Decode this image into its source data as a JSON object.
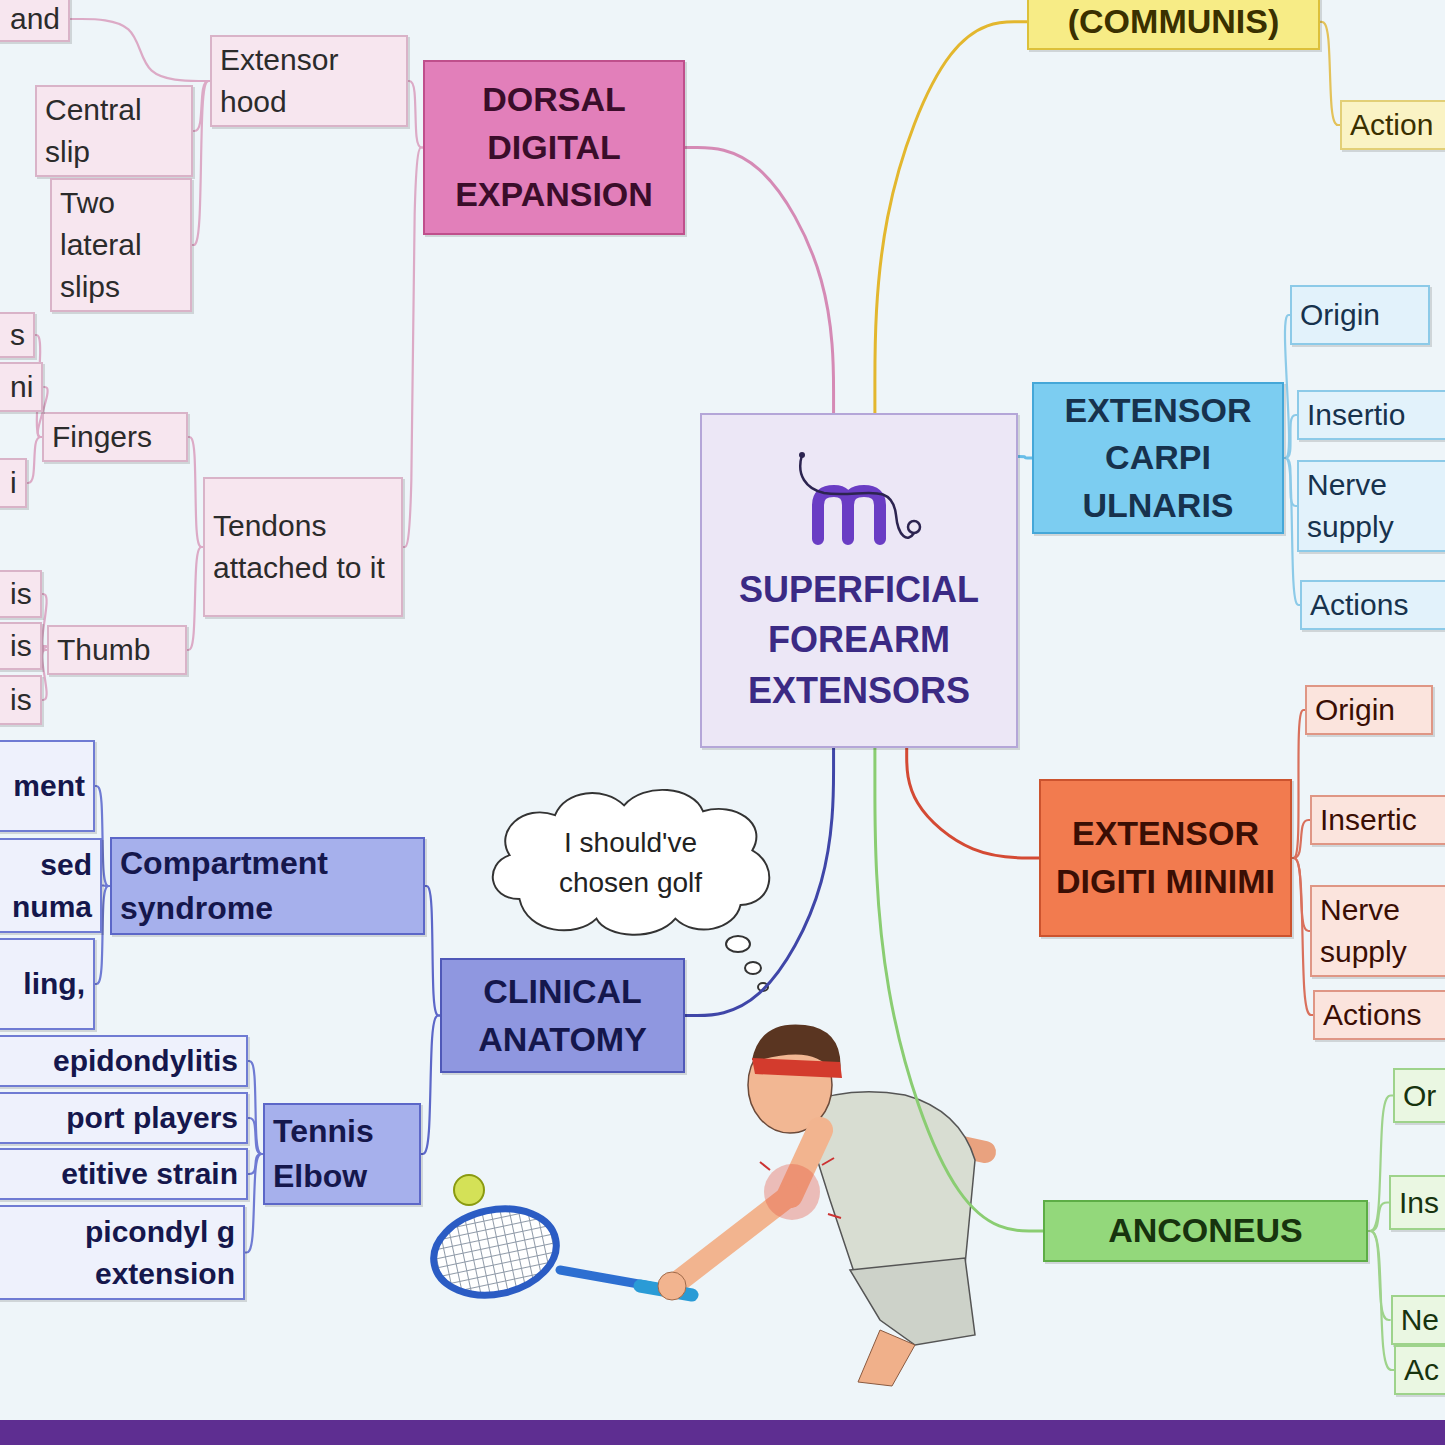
{
  "diagram": {
    "nodes": [
      {
        "text": [
          "SUPERFICIAL FOREARM EXTENSORS"
        ]
      },
      {
        "text": [
          "DORSAL DIGITAL EXPANSION"
        ]
      },
      {
        "text": [
          "Extensor hood"
        ]
      },
      {
        "text": [
          "and"
        ]
      },
      {
        "text": [
          "Central slip"
        ]
      },
      {
        "text": [
          "Two lateral slips"
        ]
      },
      {
        "text": [
          "Tendons attached to it"
        ]
      },
      {
        "text": [
          "Fingers"
        ]
      },
      {
        "text": [
          "s"
        ]
      },
      {
        "text": [
          "ni"
        ]
      },
      {
        "text": [
          "i"
        ]
      },
      {
        "text": [
          "Thumb"
        ]
      },
      {
        "text": [
          "is"
        ]
      },
      {
        "text": [
          "is"
        ]
      },
      {
        "text": [
          "is"
        ]
      },
      {
        "text": [
          "CLINICAL ANATOMY"
        ]
      },
      {
        "text": [
          "Compartment syndrome"
        ]
      },
      {
        "text": [
          "ment"
        ]
      },
      {
        "text": [
          "sed numa"
        ]
      },
      {
        "text": [
          "ling,"
        ]
      },
      {
        "text": [
          "Tennis Elbow"
        ]
      },
      {
        "text": [
          "epidondylitis"
        ]
      },
      {
        "text": [
          "port players"
        ]
      },
      {
        "text": [
          "etitive strain"
        ]
      },
      {
        "text": [
          "picondyl g extension"
        ]
      },
      {
        "text": [
          "I should've chosen golf"
        ]
      },
      {
        "text": [
          "(COMMUNIS)"
        ]
      },
      {
        "text": [
          "Action"
        ]
      },
      {
        "text": [
          "EXTENSOR CARPI ULNARIS"
        ]
      },
      {
        "text": [
          "Origin"
        ]
      },
      {
        "text": [
          "Insertio"
        ]
      },
      {
        "text": [
          "Nerve supply"
        ]
      },
      {
        "text": [
          "Actions"
        ]
      },
      {
        "text": [
          "EXTENSOR DIGITI MINIMI"
        ]
      },
      {
        "text": [
          "Origin"
        ]
      },
      {
        "text": [
          "Insertic"
        ]
      },
      {
        "text": [
          "Nerve supply"
        ]
      },
      {
        "text": [
          "Actions"
        ]
      },
      {
        "text": [
          "ANCONEUS"
        ]
      },
      {
        "text": [
          "Or"
        ]
      },
      {
        "text": [
          "Ins"
        ]
      },
      {
        "text": [
          "Ne"
        ]
      },
      {
        "text": [
          "Ac"
        ]
      }
    ],
    "edges": [
      {
        "from": 0,
        "to": 1,
        "arrow": "none"
      },
      {
        "from": 0,
        "to": 26,
        "arrow": "none"
      },
      {
        "from": 0,
        "to": 28,
        "arrow": "none"
      },
      {
        "from": 0,
        "to": 33,
        "arrow": "none"
      },
      {
        "from": 0,
        "to": 38,
        "arrow": "none"
      },
      {
        "from": 0,
        "to": 15,
        "arrow": "none"
      },
      {
        "from": 1,
        "to": 2,
        "arrow": "none"
      },
      {
        "from": 1,
        "to": 6,
        "arrow": "none"
      },
      {
        "from": 2,
        "to": 3,
        "arrow": "none"
      },
      {
        "from": 2,
        "to": 4,
        "arrow": "none"
      },
      {
        "from": 2,
        "to": 5,
        "arrow": "none"
      },
      {
        "from": 6,
        "to": 7,
        "arrow": "none"
      },
      {
        "from": 6,
        "to": 11,
        "arrow": "none"
      },
      {
        "from": 7,
        "to": 8,
        "arrow": "none"
      },
      {
        "from": 7,
        "to": 9,
        "arrow": "none"
      },
      {
        "from": 7,
        "to": 10,
        "arrow": "none"
      },
      {
        "from": 11,
        "to": 12,
        "arrow": "none"
      },
      {
        "from": 11,
        "to": 13,
        "arrow": "none"
      },
      {
        "from": 11,
        "to": 14,
        "arrow": "none"
      },
      {
        "from": 15,
        "to": 16,
        "arrow": "none"
      },
      {
        "from": 15,
        "to": 20,
        "arrow": "none"
      },
      {
        "from": 16,
        "to": 17,
        "arrow": "none"
      },
      {
        "from": 16,
        "to": 18,
        "arrow": "none"
      },
      {
        "from": 16,
        "to": 19,
        "arrow": "none"
      },
      {
        "from": 20,
        "to": 21,
        "arrow": "none"
      },
      {
        "from": 20,
        "to": 22,
        "arrow": "none"
      },
      {
        "from": 20,
        "to": 23,
        "arrow": "none"
      },
      {
        "from": 20,
        "to": 24,
        "arrow": "none"
      },
      {
        "from": 26,
        "to": 27,
        "arrow": "none"
      },
      {
        "from": 28,
        "to": 29,
        "arrow": "none"
      },
      {
        "from": 28,
        "to": 30,
        "arrow": "none"
      },
      {
        "from": 28,
        "to": 31,
        "arrow": "none"
      },
      {
        "from": 28,
        "to": 32,
        "arrow": "none"
      },
      {
        "from": 33,
        "to": 34,
        "arrow": "none"
      },
      {
        "from": 33,
        "to": 35,
        "arrow": "none"
      },
      {
        "from": 33,
        "to": 36,
        "arrow": "none"
      },
      {
        "from": 33,
        "to": 37,
        "arrow": "none"
      },
      {
        "from": 38,
        "to": 39,
        "arrow": "none"
      },
      {
        "from": 38,
        "to": 40,
        "arrow": "none"
      },
      {
        "from": 38,
        "to": 41,
        "arrow": "none"
      },
      {
        "from": 38,
        "to": 42,
        "arrow": "none"
      }
    ]
  }
}
